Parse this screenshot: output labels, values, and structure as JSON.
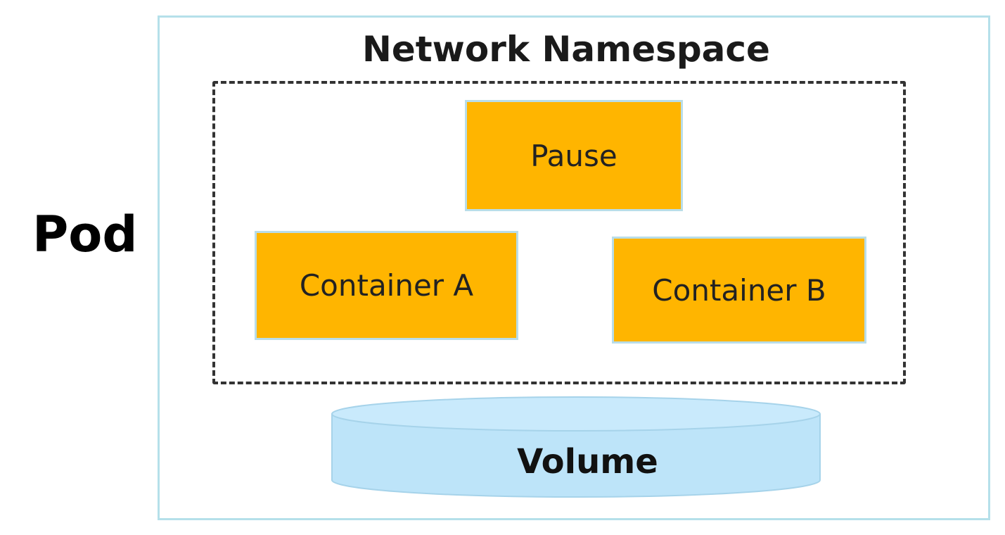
{
  "pod": {
    "label": "Pod"
  },
  "network_namespace": {
    "title": "Network Namespace"
  },
  "containers": [
    {
      "label": "Pause"
    },
    {
      "label": "Container A"
    },
    {
      "label": "Container B"
    }
  ],
  "volume": {
    "label": "Volume"
  },
  "colors": {
    "container_fill": "#ffb500",
    "volume_fill": "#bde4f9",
    "frame_border": "#b5e0ea",
    "namespace_border": "#333333"
  }
}
